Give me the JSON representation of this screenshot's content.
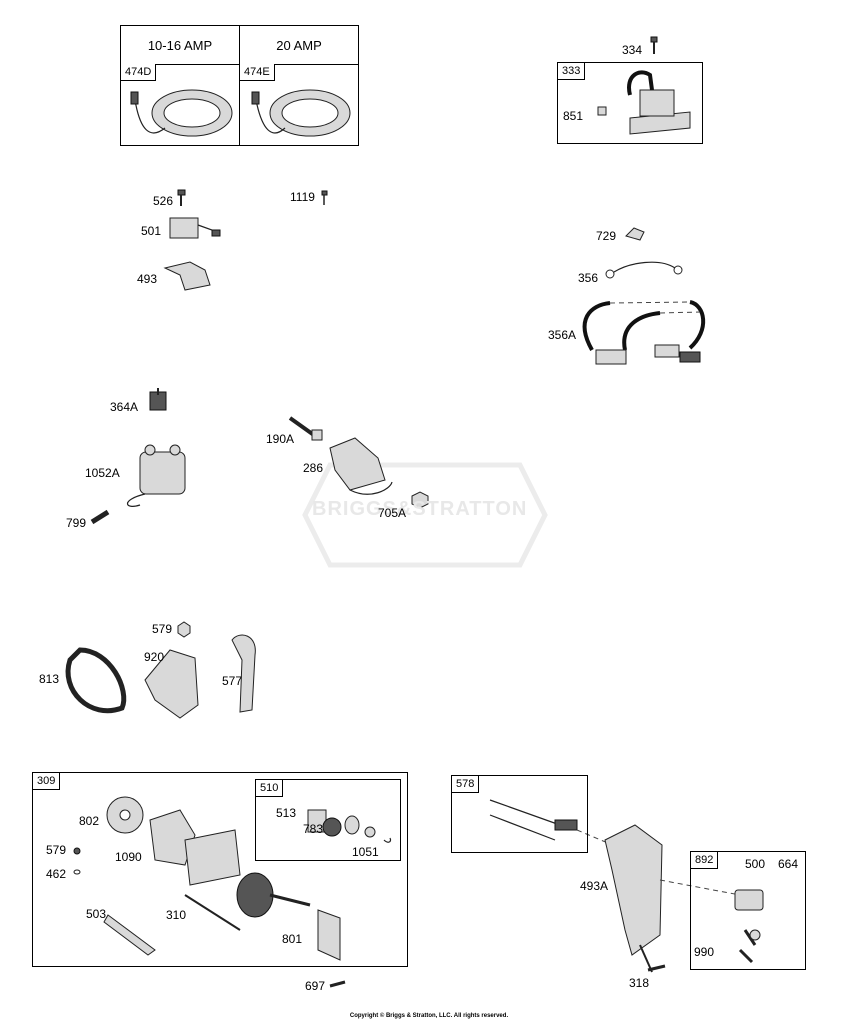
{
  "stator_table": {
    "headers": [
      "10-16 AMP",
      "20 AMP"
    ],
    "tags": [
      "474D",
      "474E"
    ]
  },
  "labels": {
    "p334": "334",
    "p333": "333",
    "p851": "851",
    "p526": "526",
    "p1119": "1119",
    "p501": "501",
    "p493": "493",
    "p729": "729",
    "p356": "356",
    "p356A": "356A",
    "p364A": "364A",
    "p1052A": "1052A",
    "p799": "799",
    "p190A": "190A",
    "p286": "286",
    "p705A": "705A",
    "p579a": "579",
    "p920": "920",
    "p813": "813",
    "p577": "577",
    "p309": "309",
    "p802": "802",
    "p579b": "579",
    "p462": "462",
    "p1090": "1090",
    "p503": "503",
    "p310": "310",
    "p801": "801",
    "p697": "697",
    "p510": "510",
    "p513": "513",
    "p783": "783",
    "p1051": "1051",
    "p578": "578",
    "p493A": "493A",
    "p318": "318",
    "p892": "892",
    "p500": "500",
    "p664": "664",
    "p990": "990"
  },
  "watermark": "BRIGGS&STRATTON",
  "copyright": "Copyright © Briggs & Stratton, LLC. All rights reserved."
}
